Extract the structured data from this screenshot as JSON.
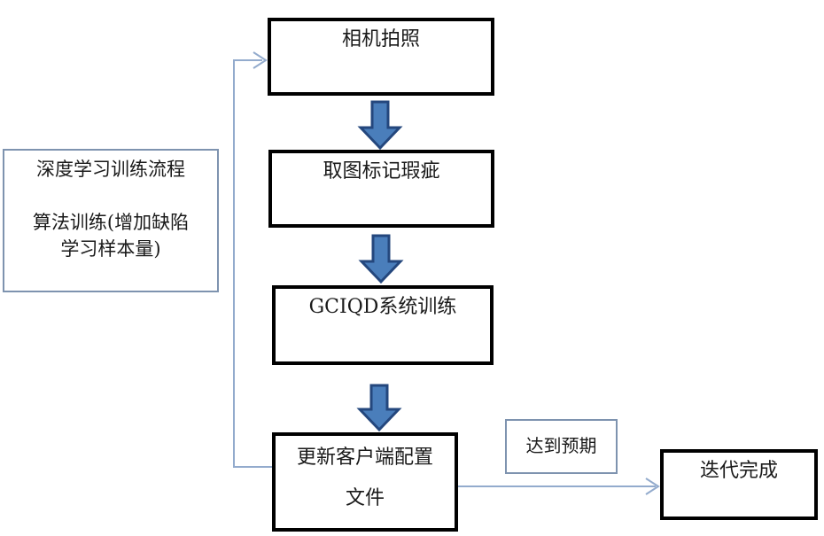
{
  "flowchart": {
    "side_note": {
      "line1": "深度学习训练流程",
      "line2": "算法训练(增加缺陷",
      "line3": "学习样本量)"
    },
    "steps": [
      {
        "label": "相机拍照"
      },
      {
        "label": "取图标记瑕疵"
      },
      {
        "label": "GCIQD系统训练"
      },
      {
        "label_line1": "更新客户端配置",
        "label_line2": "文件"
      }
    ],
    "branch_label": "达到预期",
    "end_label": "迭代完成",
    "colors": {
      "step_border": "#000000",
      "note_border": "#7e93af",
      "block_arrow_fill": "#4a7ebb",
      "block_arrow_outline": "#24477d",
      "connector_line": "#93abcd",
      "background": "#ffffff"
    }
  }
}
